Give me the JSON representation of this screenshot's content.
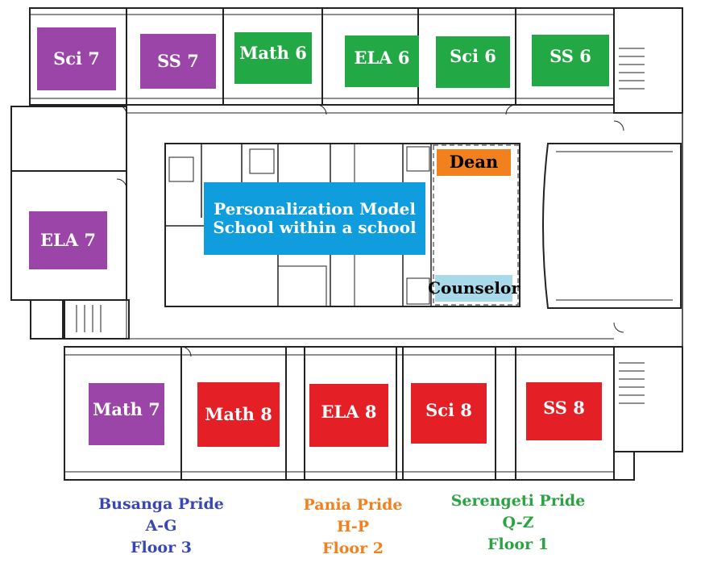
{
  "colors": {
    "purple": "#9b45a9",
    "green": "#22a845",
    "red": "#e41f26",
    "blue": "#0f9ddd",
    "orange": "#f2801f",
    "light_blue": "#a9daea",
    "busanga": "#3946b5",
    "pania": "#f2801f",
    "serengeti": "#2aa342",
    "wall": "#222222"
  },
  "rooms": {
    "sci7": "Sci  7",
    "ss7": "SS  7",
    "math6": "Math 6",
    "ela6": "ELA 6",
    "sci6": "Sci 6",
    "ss6": "SS 6",
    "ela7": "ELA  7",
    "math7": "Math  7",
    "math8": "Math 8",
    "ela8": "ELA 8",
    "sci8": "Sci 8",
    "ss8": "SS 8",
    "dean": "Dean",
    "counselor": "Counselor"
  },
  "personalization": {
    "line1": "Personalization Model",
    "line2": "School within a school"
  },
  "prides": [
    {
      "name": "Busanga Pride",
      "range": "A-G",
      "floor": "Floor 3",
      "color": "#3946b5"
    },
    {
      "name": "Pania Pride",
      "range": "H-P",
      "floor": "Floor 2",
      "color": "#f2801f"
    },
    {
      "name": "Serengeti Pride",
      "range": "Q-Z",
      "floor": "Floor 1",
      "color": "#2aa342"
    }
  ]
}
